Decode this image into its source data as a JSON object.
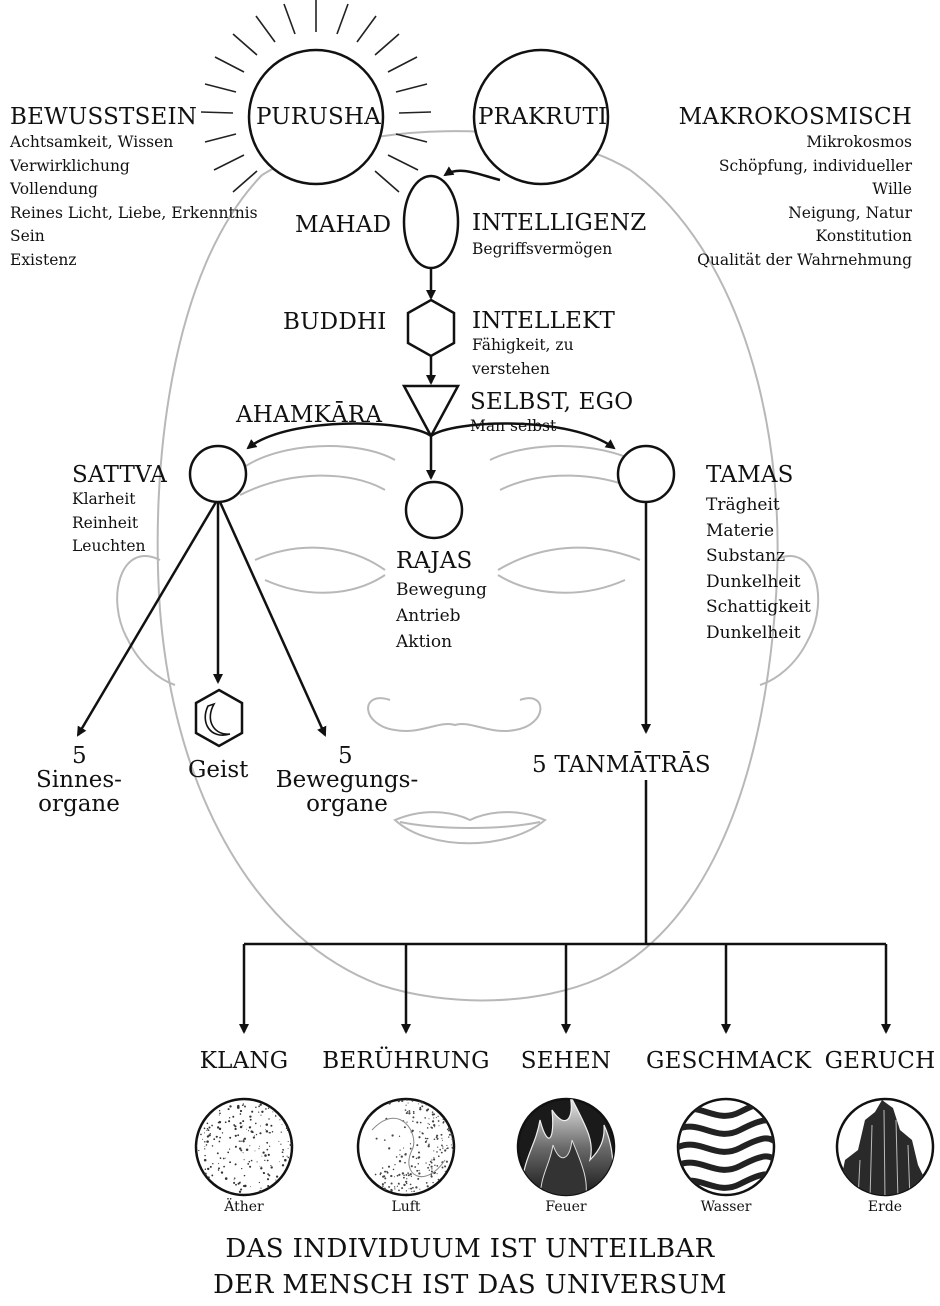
{
  "top": {
    "purusha": "PURUSHA",
    "prakruti": "PRAKRUTI"
  },
  "left_block": {
    "title": "BEWUSSTSEIN",
    "lines": [
      "Achtsamkeit, Wissen",
      "Verwirklichung",
      "Vollendung",
      "Reines Licht, Liebe, Erkenntnis",
      "Sein",
      "Existenz"
    ]
  },
  "right_block": {
    "title": "MAKROKOSMISCH",
    "lines": [
      "Mikrokosmos",
      "Schöpfung, individueller",
      "Wille",
      "Neigung, Natur",
      "Konstitution",
      "Qualität der Wahrnehmung"
    ]
  },
  "mahad": {
    "label": "MAHAD",
    "meaning": "INTELLIGENZ",
    "sub": "Begriffsvermögen"
  },
  "buddhi": {
    "label": "BUDDHI",
    "meaning": "INTELLEKT",
    "sub_lines": [
      "Fähigkeit, zu",
      "verstehen"
    ]
  },
  "ahamkara": {
    "label": "AHAMKĀRA",
    "meaning": "SELBST, EGO",
    "sub": "Man selbst"
  },
  "sattva": {
    "label": "SATTVA",
    "lines": [
      "Klarheit",
      "Reinheit",
      "Leuchten"
    ]
  },
  "rajas": {
    "label": "RAJAS",
    "lines": [
      "Bewegung",
      "Antrieb",
      "Aktion"
    ]
  },
  "tamas": {
    "label": "TAMAS",
    "lines": [
      "Trägheit",
      "Materie",
      "Substanz",
      "Dunkelheit",
      "Schattigkeit",
      "Dunkelheit"
    ]
  },
  "sattva_outputs": {
    "senses": [
      "5",
      "Sinnes-",
      "organe"
    ],
    "mind": "Geist",
    "motor": [
      "5",
      "Bewegungs-",
      "organe"
    ]
  },
  "tanmatras": "5 TANMĀTRĀS",
  "elements": [
    {
      "sense": "KLANG",
      "element": "Äther"
    },
    {
      "sense": "BERÜHRUNG",
      "element": "Luft"
    },
    {
      "sense": "SEHEN",
      "element": "Feuer"
    },
    {
      "sense": "GESCHMACK",
      "element": "Wasser"
    },
    {
      "sense": "GERUCH",
      "element": "Erde"
    }
  ],
  "footer": [
    "DAS INDIVIDUUM IST UNTEILBAR",
    "DER MENSCH IST DAS UNIVERSUM"
  ]
}
